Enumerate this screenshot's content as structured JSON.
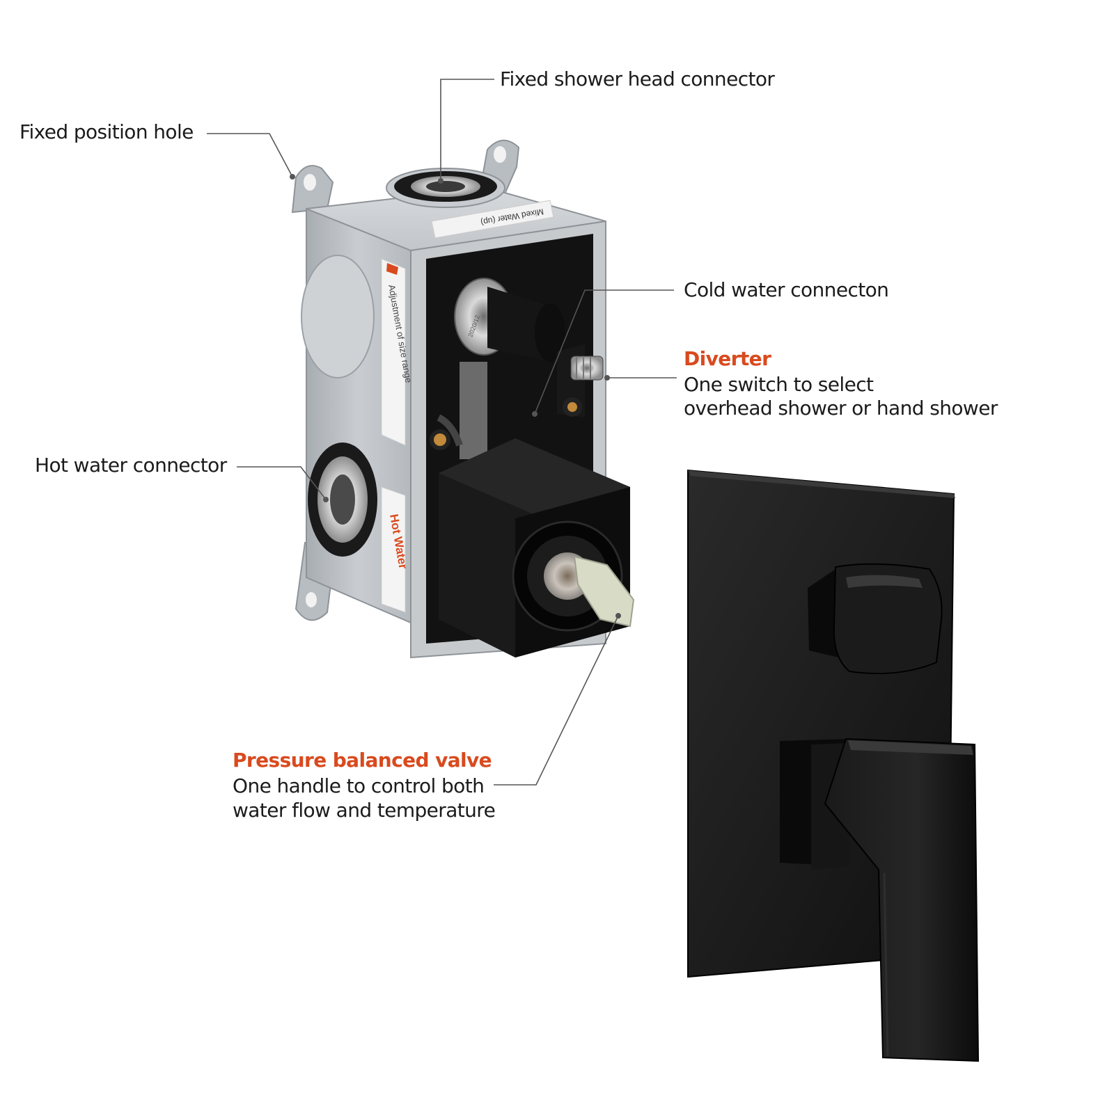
{
  "labels": {
    "fixed_shower_head_connector": "Fixed shower head connector",
    "fixed_position_hole": "Fixed position hole",
    "cold_water_connection": "Cold water connecton",
    "hot_water_connector": "Hot water connector",
    "diverter": {
      "title": "Diverter",
      "line1": "One switch to select",
      "line2": "overhead shower or hand shower"
    },
    "pressure_balanced_valve": {
      "title": "Pressure balanced valve",
      "line1": "One handle to control both",
      "line2": "water flow and temperature"
    }
  },
  "box_stickers": {
    "mixed_water": "Mixed Water (up)",
    "adjustment": "Adjustment of size range",
    "hot_water": "Hot Water",
    "stamp": "2020/12"
  },
  "colors": {
    "accent": "#d94a1e",
    "text": "#1b1b1b",
    "leader_line": "#555555",
    "box_grey": "#b9bec3",
    "matte_black": "#141414"
  }
}
